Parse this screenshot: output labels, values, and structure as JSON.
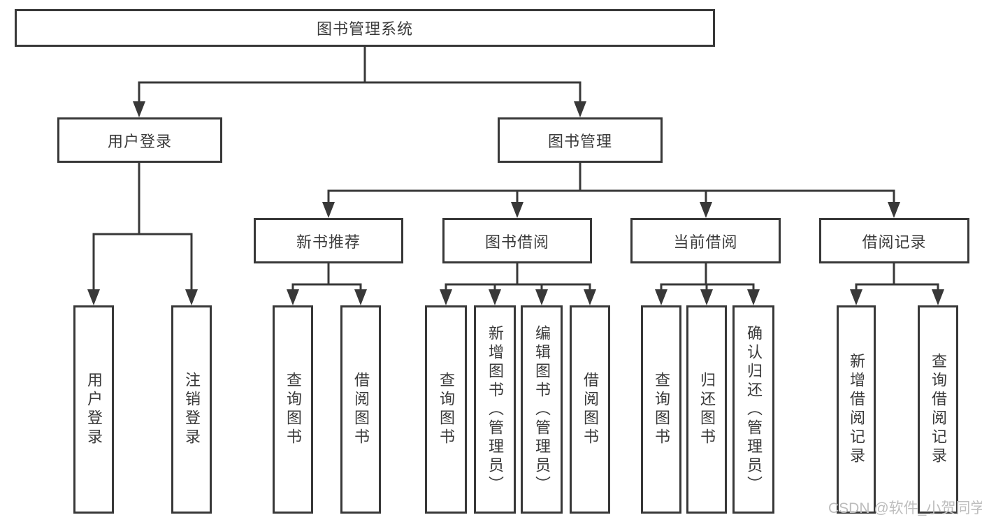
{
  "root": {
    "label": "图书管理系统"
  },
  "level2": {
    "user_login": {
      "label": "用户登录"
    },
    "book_management": {
      "label": "图书管理"
    }
  },
  "level3": {
    "new_book_recommend": {
      "label": "新书推荐"
    },
    "book_borrow": {
      "label": "图书借阅"
    },
    "current_borrow": {
      "label": "当前借阅"
    },
    "borrow_records": {
      "label": "借阅记录"
    }
  },
  "leaves": {
    "user_login": {
      "label": "用户登录"
    },
    "logout": {
      "label": "注销登录"
    },
    "recommend_query_books": {
      "label": "查询图书"
    },
    "recommend_borrow_books": {
      "label": "借阅图书"
    },
    "borrow_query_books": {
      "label": "查询图书"
    },
    "borrow_add_books": {
      "label": "新增图书（管理员）"
    },
    "borrow_edit_books": {
      "label": "编辑图书（管理员）"
    },
    "borrow_borrow_books": {
      "label": "借阅图书"
    },
    "current_query_books": {
      "label": "查询图书"
    },
    "current_return_books": {
      "label": "归还图书"
    },
    "current_confirm_return": {
      "label": "确认归还（管理员）"
    },
    "records_add_record": {
      "label": "新增借阅记录"
    },
    "records_query_record": {
      "label": "查询借阅记录"
    }
  },
  "watermark": {
    "text": "CSDN @软件_小贺同学"
  },
  "colors": {
    "line": "#383838",
    "text": "#3a3a3a",
    "watermark": "#bdbdbd"
  }
}
